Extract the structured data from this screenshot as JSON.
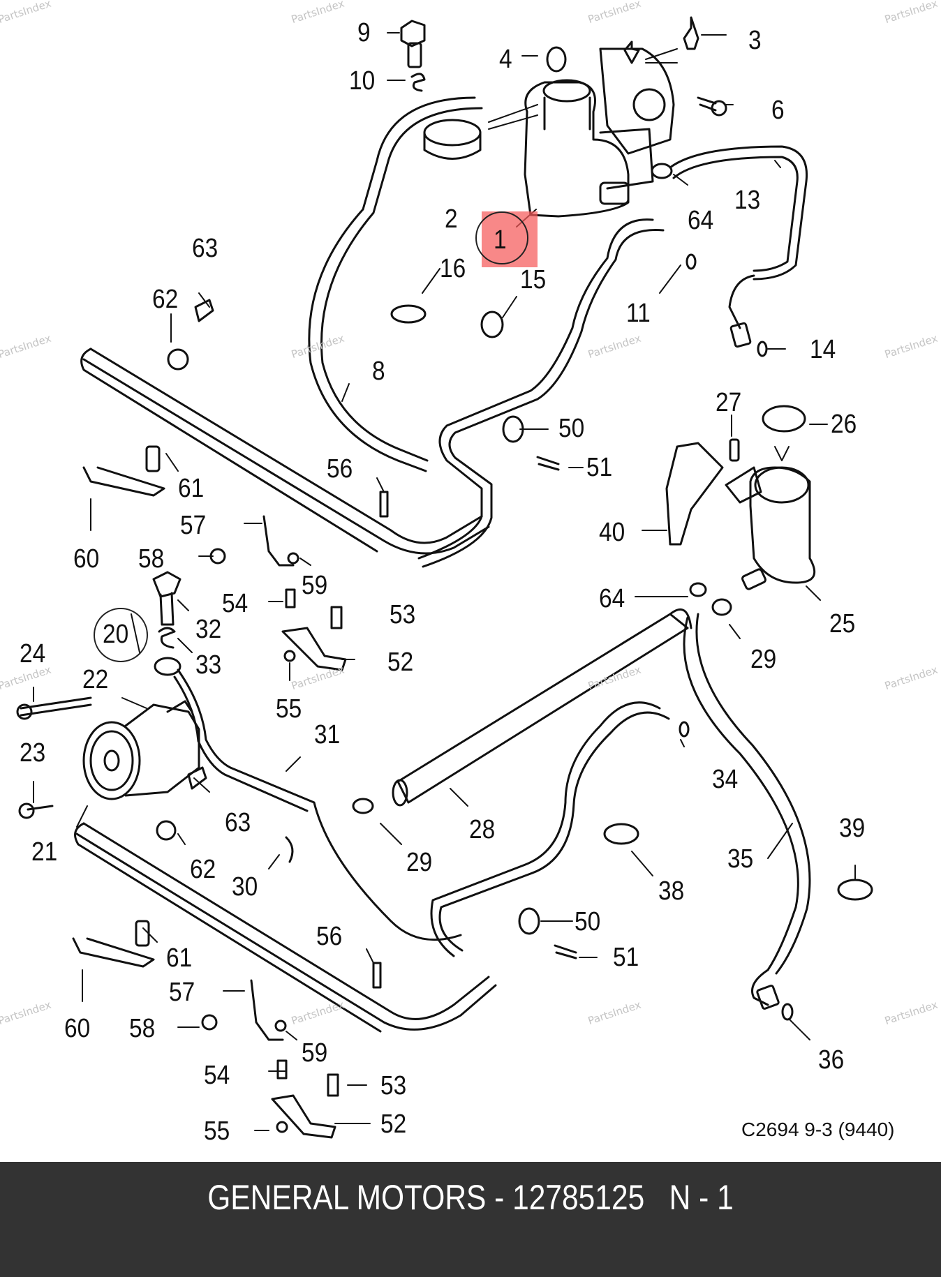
{
  "diagram": {
    "highlighted_part": "1",
    "reference_code": "C2694 9-3 (9440)",
    "watermark": "PartsIndex",
    "callouts": [
      {
        "id": "c9",
        "text": "9"
      },
      {
        "id": "c10",
        "text": "10"
      },
      {
        "id": "c4",
        "text": "4"
      },
      {
        "id": "c3",
        "text": "3"
      },
      {
        "id": "c6",
        "text": "6"
      },
      {
        "id": "c2",
        "text": "2"
      },
      {
        "id": "c1",
        "text": "1"
      },
      {
        "id": "c64a",
        "text": "64"
      },
      {
        "id": "c13",
        "text": "13"
      },
      {
        "id": "c63a",
        "text": "63"
      },
      {
        "id": "c16",
        "text": "16"
      },
      {
        "id": "c15",
        "text": "15"
      },
      {
        "id": "c11",
        "text": "11"
      },
      {
        "id": "c62a",
        "text": "62"
      },
      {
        "id": "c14",
        "text": "14"
      },
      {
        "id": "c8",
        "text": "8"
      },
      {
        "id": "c27",
        "text": "27"
      },
      {
        "id": "c26",
        "text": "26"
      },
      {
        "id": "c50a",
        "text": "50"
      },
      {
        "id": "c51a",
        "text": "51"
      },
      {
        "id": "c61a",
        "text": "61"
      },
      {
        "id": "c56a",
        "text": "56"
      },
      {
        "id": "c57a",
        "text": "57"
      },
      {
        "id": "c40",
        "text": "40"
      },
      {
        "id": "c60a",
        "text": "60"
      },
      {
        "id": "c58a",
        "text": "58"
      },
      {
        "id": "c59a",
        "text": "59"
      },
      {
        "id": "c64b",
        "text": "64"
      },
      {
        "id": "c54a",
        "text": "54"
      },
      {
        "id": "c32",
        "text": "32"
      },
      {
        "id": "c53a",
        "text": "53"
      },
      {
        "id": "c25",
        "text": "25"
      },
      {
        "id": "c20",
        "text": "20"
      },
      {
        "id": "c24",
        "text": "24"
      },
      {
        "id": "c33",
        "text": "33"
      },
      {
        "id": "c52a",
        "text": "52"
      },
      {
        "id": "c29a",
        "text": "29"
      },
      {
        "id": "c22",
        "text": "22"
      },
      {
        "id": "c55a",
        "text": "55"
      },
      {
        "id": "c31",
        "text": "31"
      },
      {
        "id": "c34",
        "text": "34"
      },
      {
        "id": "c23",
        "text": "23"
      },
      {
        "id": "c63b",
        "text": "63"
      },
      {
        "id": "c28",
        "text": "28"
      },
      {
        "id": "c21",
        "text": "21"
      },
      {
        "id": "c39",
        "text": "39"
      },
      {
        "id": "c62b",
        "text": "62"
      },
      {
        "id": "c29b",
        "text": "29"
      },
      {
        "id": "c35",
        "text": "35"
      },
      {
        "id": "c30",
        "text": "30"
      },
      {
        "id": "c38",
        "text": "38"
      },
      {
        "id": "c50b",
        "text": "50"
      },
      {
        "id": "c56b",
        "text": "56"
      },
      {
        "id": "c61b",
        "text": "61"
      },
      {
        "id": "c51b",
        "text": "51"
      },
      {
        "id": "c57b",
        "text": "57"
      },
      {
        "id": "c60b",
        "text": "60"
      },
      {
        "id": "c58b",
        "text": "58"
      },
      {
        "id": "c59b",
        "text": "59"
      },
      {
        "id": "c36",
        "text": "36"
      },
      {
        "id": "c54b",
        "text": "54"
      },
      {
        "id": "c53b",
        "text": "53"
      },
      {
        "id": "c52b",
        "text": "52"
      },
      {
        "id": "c55b",
        "text": "55"
      }
    ]
  },
  "footer": {
    "text": "GENERAL MOTORS - 12785125   N - 1",
    "background": "#333333"
  }
}
